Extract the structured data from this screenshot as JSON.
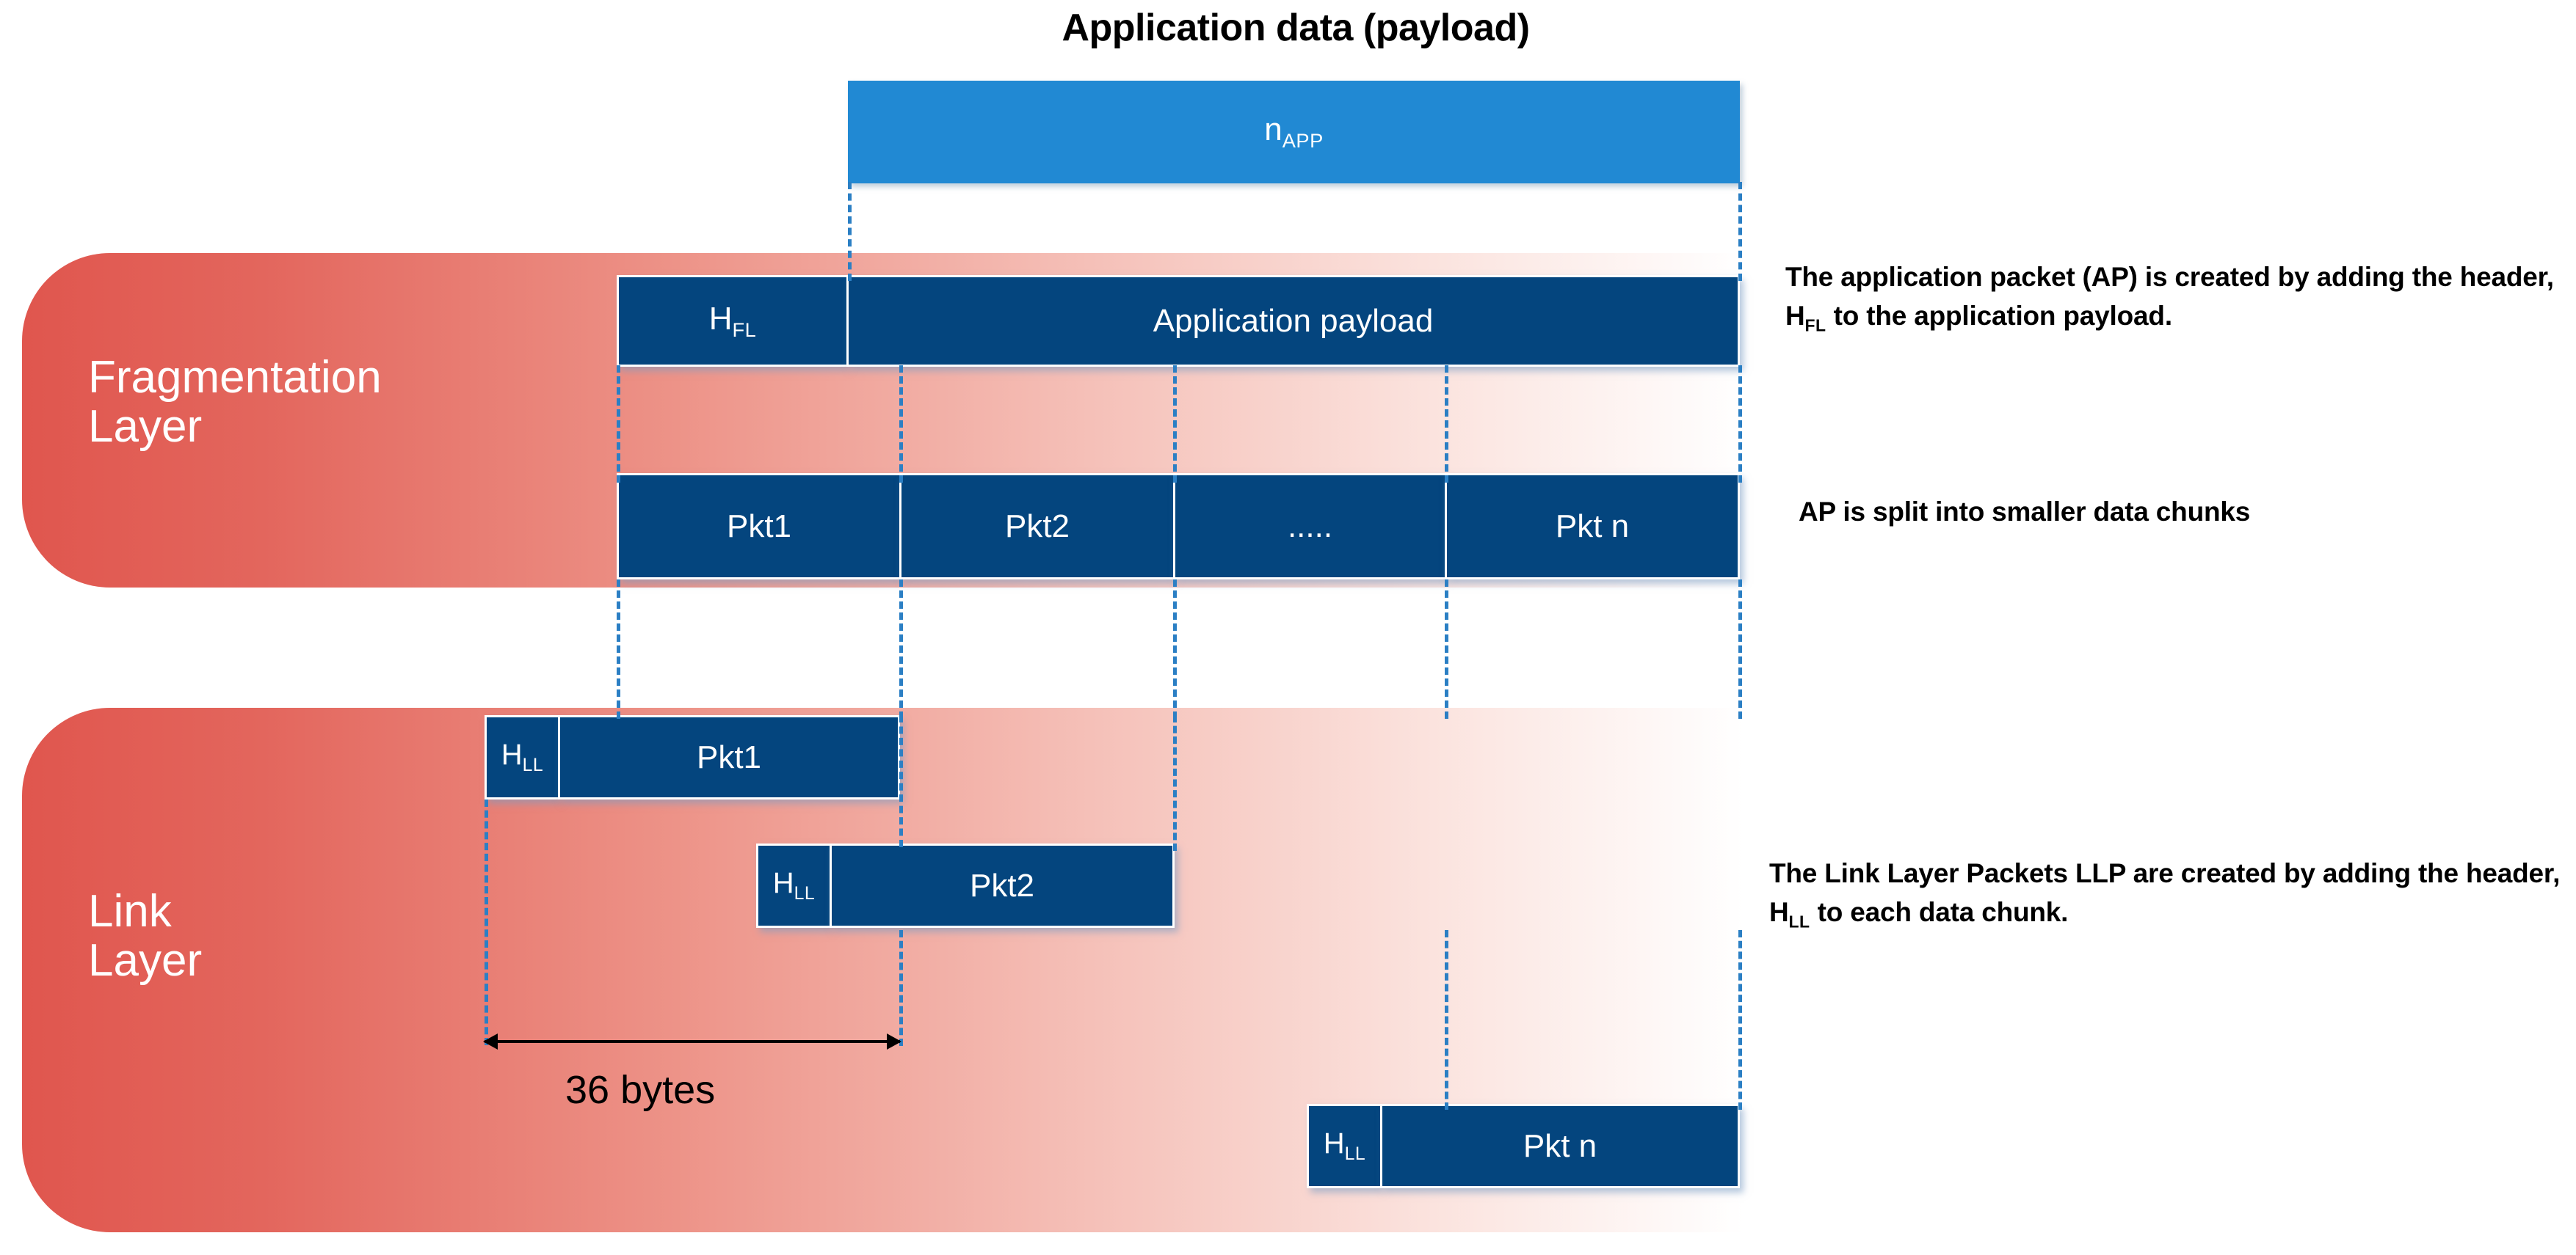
{
  "title": "Application data (payload)",
  "application_block": {
    "label_main": "n",
    "label_sub": "APP",
    "color": "#2189D3"
  },
  "layers": [
    {
      "id": "fragmentation",
      "name": "Fragmentation\nLayer",
      "accent": "#E0564E"
    },
    {
      "id": "link",
      "name": "Link\nLayer",
      "accent": "#E0564E"
    }
  ],
  "fragmentation_layer": {
    "packet_row": {
      "header_main": "H",
      "header_sub": "FL",
      "payload_label": "Application payload"
    },
    "chunk_row": {
      "chunks": [
        "Pkt1",
        "Pkt2",
        ".....",
        "Pkt n"
      ]
    }
  },
  "link_layer": {
    "llps": [
      {
        "header_main": "H",
        "header_sub": "LL",
        "chunk": "Pkt1"
      },
      {
        "header_main": "H",
        "header_sub": "LL",
        "chunk": "Pkt2"
      },
      {
        "header_main": "H",
        "header_sub": "LL",
        "chunk": "Pkt n"
      }
    ],
    "dimension": {
      "label": "36 bytes"
    }
  },
  "notes": {
    "note1_part1": "The application packet (AP) is created by adding the header, H",
    "note1_sub": "FL",
    "note1_part2": " to the application payload.",
    "note2": "AP is split into smaller data chunks",
    "note3_part1": "The Link Layer Packets LLP are created by adding the header, H",
    "note3_sub": "LL",
    "note3_part2": " to each data chunk."
  },
  "colors": {
    "navy": "#04457E",
    "light_blue": "#2189D3",
    "panel_red": "#E0564E",
    "dashed_guide": "#2B7FC4"
  }
}
